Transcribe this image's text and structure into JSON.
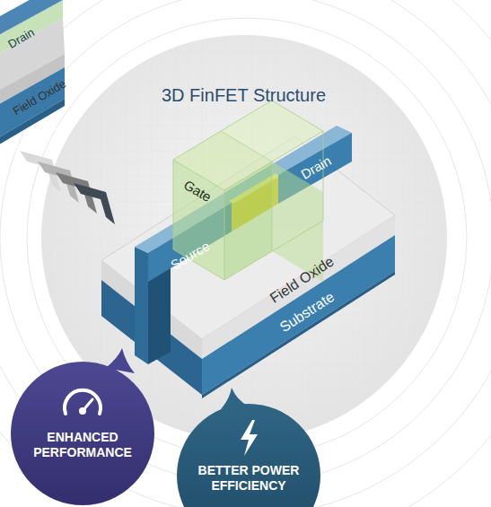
{
  "diagram": {
    "title": "3D FinFET Structure",
    "nodes": [
      {
        "text": [
          "ENHANCED PERFORMANCE"
        ]
      },
      {
        "text": [
          "BETTER POWER EFFICIENCY"
        ]
      }
    ],
    "labels": [
      "Drain",
      "Field Oxide",
      "Substrate",
      "Gate",
      "Drain",
      "Source",
      "Field Oxide",
      "Substrate"
    ]
  }
}
